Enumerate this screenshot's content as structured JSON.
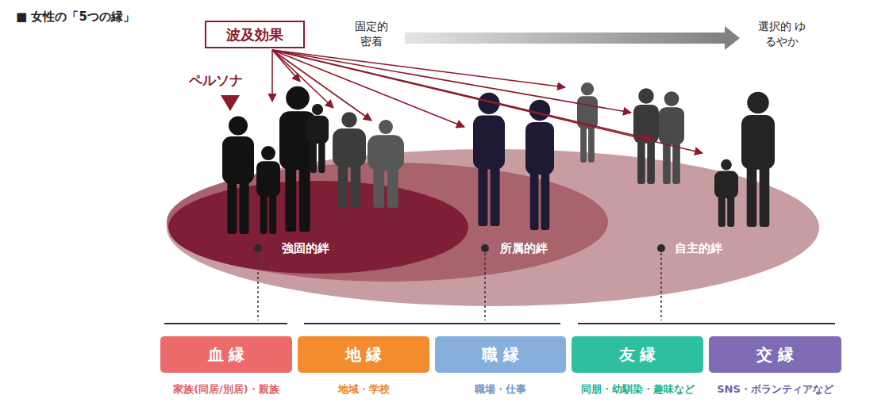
{
  "diagram": {
    "title": "■ 女性の「5つの縁」",
    "nodes": [
      {
        "text": [
          "波及効果"
        ]
      },
      {
        "text": [
          "自主的絆"
        ]
      },
      {
        "text": [
          "所属的絆"
        ],
        "in": 1
      },
      {
        "text": [
          "強固的絆"
        ],
        "in": 2
      },
      {
        "text": [
          "血 縁",
          "家族(同居/別居)・親族"
        ]
      },
      {
        "text": [
          "地 縁",
          "地域・学校"
        ]
      },
      {
        "text": [
          "職 縁",
          "職場・仕事"
        ]
      },
      {
        "text": [
          "友 縁",
          "同朋・幼馴染・趣味など"
        ]
      },
      {
        "text": [
          "交 縁",
          "SNS・ボランティアなど"
        ]
      }
    ],
    "labels": [
      "ペルソナ",
      "固定的 密着",
      "選択的 ゆるやか"
    ]
  }
}
